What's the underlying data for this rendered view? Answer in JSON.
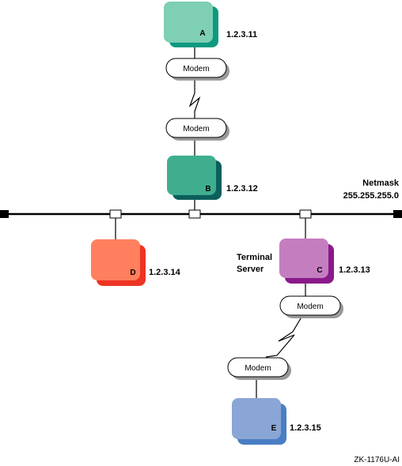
{
  "nodes": {
    "A": {
      "letter": "A",
      "address": "1.2.3.11",
      "front": "#7ecfb4",
      "back": "#0e9a80"
    },
    "B": {
      "letter": "B",
      "address": "1.2.3.12",
      "front": "#3fae8f",
      "back": "#0c5f5b"
    },
    "C": {
      "letter": "C",
      "address": "1.2.3.13",
      "front": "#c47ec0",
      "back": "#8a1a8a"
    },
    "D": {
      "letter": "D",
      "address": "1.2.3.14",
      "front": "#ff7f5e",
      "back": "#ee3324"
    },
    "E": {
      "letter": "E",
      "address": "1.2.3.15",
      "front": "#8aa6d6",
      "back": "#4a7ec4"
    }
  },
  "modems": {
    "m1": "Modem",
    "m2": "Modem",
    "m3": "Modem",
    "m4": "Modem"
  },
  "labels": {
    "netmask_title": "Netmask",
    "netmask_value": "255.255.255.0",
    "terminal_line1": "Terminal",
    "terminal_line2": "Server",
    "figure_id": "ZK-1176U-AI"
  }
}
